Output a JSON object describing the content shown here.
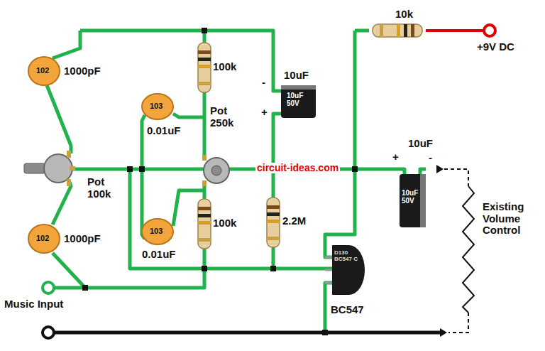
{
  "diagram": {
    "labels": [
      "102",
      "1000pF",
      "100k",
      "103",
      "0.01uF",
      "Pot 250k",
      "10uF",
      "-",
      "+",
      "10uF 50V",
      "10k",
      "+9V DC",
      "Pot 100k",
      "circuit-ideas.com",
      "10uF",
      "+",
      "-",
      "10uF 50V",
      "Existing Volume Control",
      "103",
      "100k",
      "2.2M",
      "102",
      "1000pF",
      "0.01uF",
      "BC547",
      "D130 BC547 C",
      "Music Input"
    ]
  }
}
